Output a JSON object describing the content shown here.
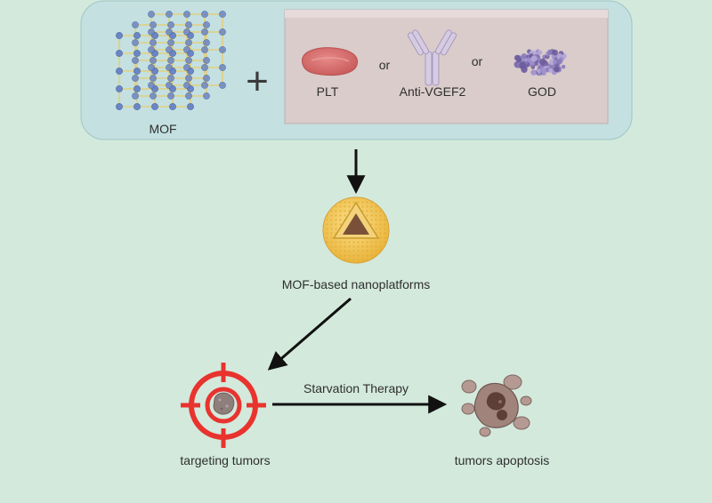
{
  "top_panel": {
    "mof_label": "MOF",
    "plus_sign": "+",
    "options": {
      "plt_label": "PLT",
      "or_1": "or",
      "anti_label": "Anti-VGEF2",
      "or_2": "or",
      "god_label": "GOD"
    }
  },
  "nanoplatform": {
    "label": "MOF-based nanoplatforms"
  },
  "therapy": {
    "target_label": "targeting tumors",
    "arrow_label": "Starvation Therapy",
    "result_label": "tumors apoptosis"
  },
  "colors": {
    "background": "#d3e9dc",
    "top_panel_fill": "#c4e0e1",
    "options_box_fill": "#d9cccb",
    "mof_node": "#6b86c4",
    "mof_strut": "#e2cf7c",
    "plt": "#d86c6c",
    "antibody": "#c7b9d8",
    "god": "#8a7ab8",
    "nano_shell": "#f3cc5a",
    "nano_core": "#7a5138",
    "target_red": "#e8332f",
    "tumor": "#8f7f7c",
    "apoptosis_cell": "#9c7c74"
  }
}
